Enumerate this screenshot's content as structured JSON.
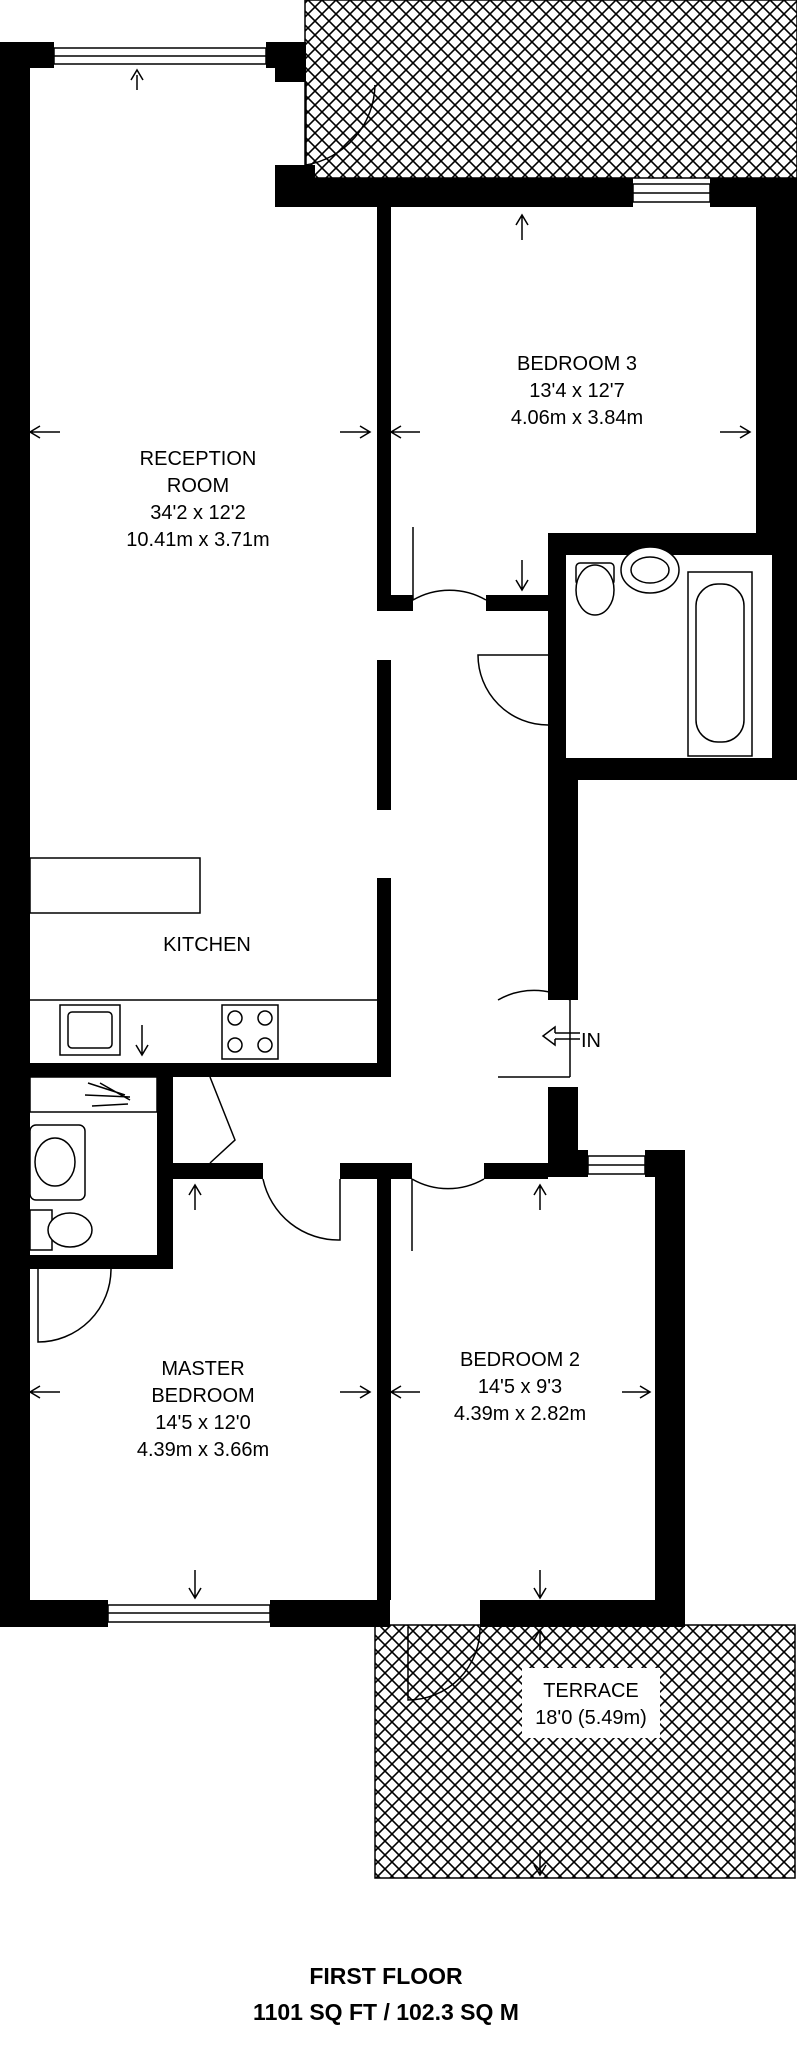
{
  "rooms": {
    "reception": {
      "name_line1": "RECEPTION",
      "name_line2": "ROOM",
      "size_imperial": "34'2 x 12'2",
      "size_metric": "10.41m x 3.71m"
    },
    "bedroom3": {
      "name": "BEDROOM 3",
      "size_imperial": "13'4 x 12'7",
      "size_metric": "4.06m x 3.84m"
    },
    "kitchen": {
      "name": "KITCHEN"
    },
    "master": {
      "name_line1": "MASTER",
      "name_line2": "BEDROOM",
      "size_imperial": "14'5 x 12'0",
      "size_metric": "4.39m x 3.66m"
    },
    "bedroom2": {
      "name": "BEDROOM 2",
      "size_imperial": "14'5 x 9'3",
      "size_metric": "4.39m x 2.82m"
    },
    "terrace": {
      "name": "TERRACE",
      "size": "18'0 (5.49m)"
    }
  },
  "entrance": {
    "label": "IN"
  },
  "footer": {
    "floor_name": "FIRST FLOOR",
    "total_area": "1101 SQ FT / 102.3 SQ M"
  }
}
